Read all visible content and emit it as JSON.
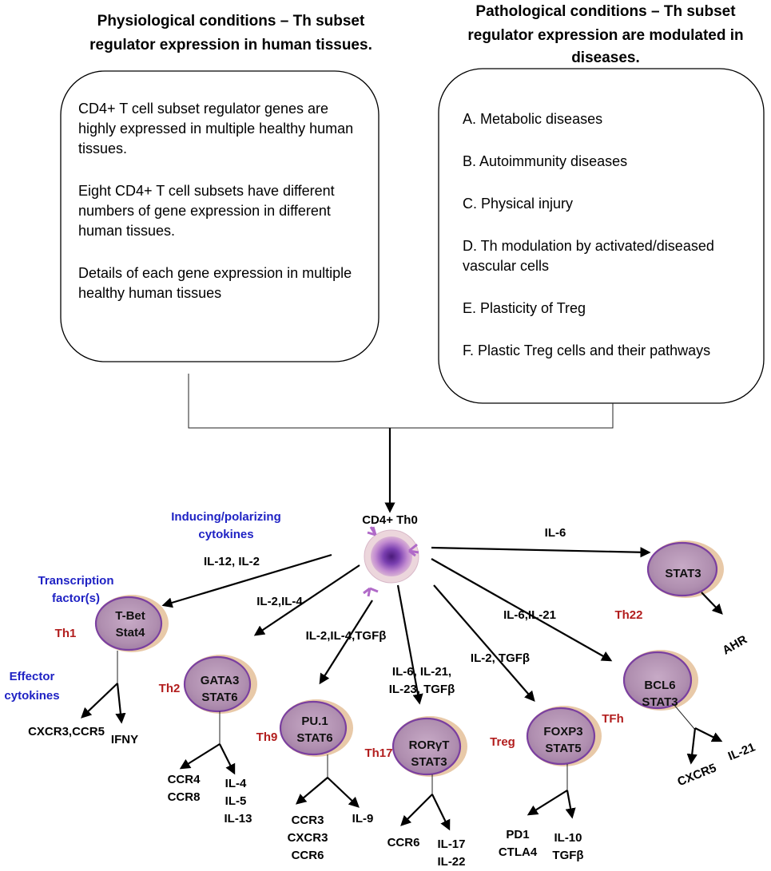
{
  "headers": {
    "left": [
      "Physiological conditions – Th subset",
      "regulator expression in human tissues."
    ],
    "right": [
      "Pathological conditions – Th subset",
      "regulator expression are modulated in",
      "diseases."
    ]
  },
  "left_box": {
    "paragraphs": [
      "CD4+ T cell subset regulator genes are highly expressed in multiple healthy human tissues.",
      "Eight CD4+ T cell subsets have different numbers of gene expression in different human tissues.",
      "Details of each gene expression in multiple healthy human tissues"
    ]
  },
  "right_box": {
    "items": [
      "A. Metabolic diseases",
      "B. Autoimmunity diseases",
      "C. Physical injury",
      "D. Th modulation by activated/diseased vascular cells",
      "E. Plasticity of Treg",
      "F.  Plastic Treg cells and their pathways"
    ]
  },
  "center": {
    "label": "CD4+ Th0"
  },
  "legend": {
    "inducing": [
      "Inducing/polarizing",
      "cytokines"
    ],
    "transcription": [
      "Transcription",
      "factor(s)"
    ],
    "effector": [
      "Effector",
      "cytokines"
    ]
  },
  "subsets": [
    {
      "id": "th1",
      "name": "Th1",
      "tf": [
        "T-Bet",
        "Stat4"
      ],
      "inducing": [
        "IL-12, IL-2"
      ],
      "effectors_left": [
        "CXCR3,CCR5"
      ],
      "effectors_right": [
        "IFNY"
      ]
    },
    {
      "id": "th2",
      "name": "Th2",
      "tf": [
        "GATA3",
        "STAT6"
      ],
      "inducing": [
        "IL-2,IL-4"
      ],
      "effectors_left": [
        "CCR4",
        "CCR8"
      ],
      "effectors_right": [
        "IL-4",
        "IL-5",
        "IL-13"
      ]
    },
    {
      "id": "th9",
      "name": "Th9",
      "tf": [
        "PU.1",
        "STAT6"
      ],
      "inducing": [
        "IL-2,IL-4,TGFβ"
      ],
      "effectors_left": [
        "CCR3",
        "CXCR3",
        "CCR6"
      ],
      "effectors_right": [
        "IL-9"
      ]
    },
    {
      "id": "th17",
      "name": "Th17",
      "tf": [
        "RORγT",
        "STAT3"
      ],
      "inducing": [
        "IL-6, IL-21,",
        "IL-23, TGFβ"
      ],
      "effectors_left": [
        "CCR6"
      ],
      "effectors_right": [
        "IL-17",
        "IL-22"
      ]
    },
    {
      "id": "treg",
      "name": "Treg",
      "tf": [
        "FOXP3",
        "STAT5"
      ],
      "inducing": [
        "IL-2, TGFβ"
      ],
      "effectors_left": [
        "PD1",
        "CTLA4"
      ],
      "effectors_right": [
        "IL-10",
        "TGFβ"
      ]
    },
    {
      "id": "tfh",
      "name": "TFh",
      "tf": [
        "BCL6",
        "STAT3"
      ],
      "inducing": [
        "IL-6,IL-21"
      ],
      "effectors_left": [
        "CXCR5"
      ],
      "effectors_right": [
        "IL-21"
      ]
    },
    {
      "id": "th22",
      "name": "Th22",
      "tf": [
        "STAT3"
      ],
      "inducing": [
        "IL-6"
      ],
      "effectors_left": [],
      "effectors_right": [
        "AHR"
      ]
    }
  ],
  "colors": {
    "cell_fill": "#b89ab8",
    "cell_ring": "#7a3fa0",
    "cell_halo": "#e6b98a",
    "legend_blue": "#1f22c4",
    "subset_red": "#b21d1d"
  }
}
